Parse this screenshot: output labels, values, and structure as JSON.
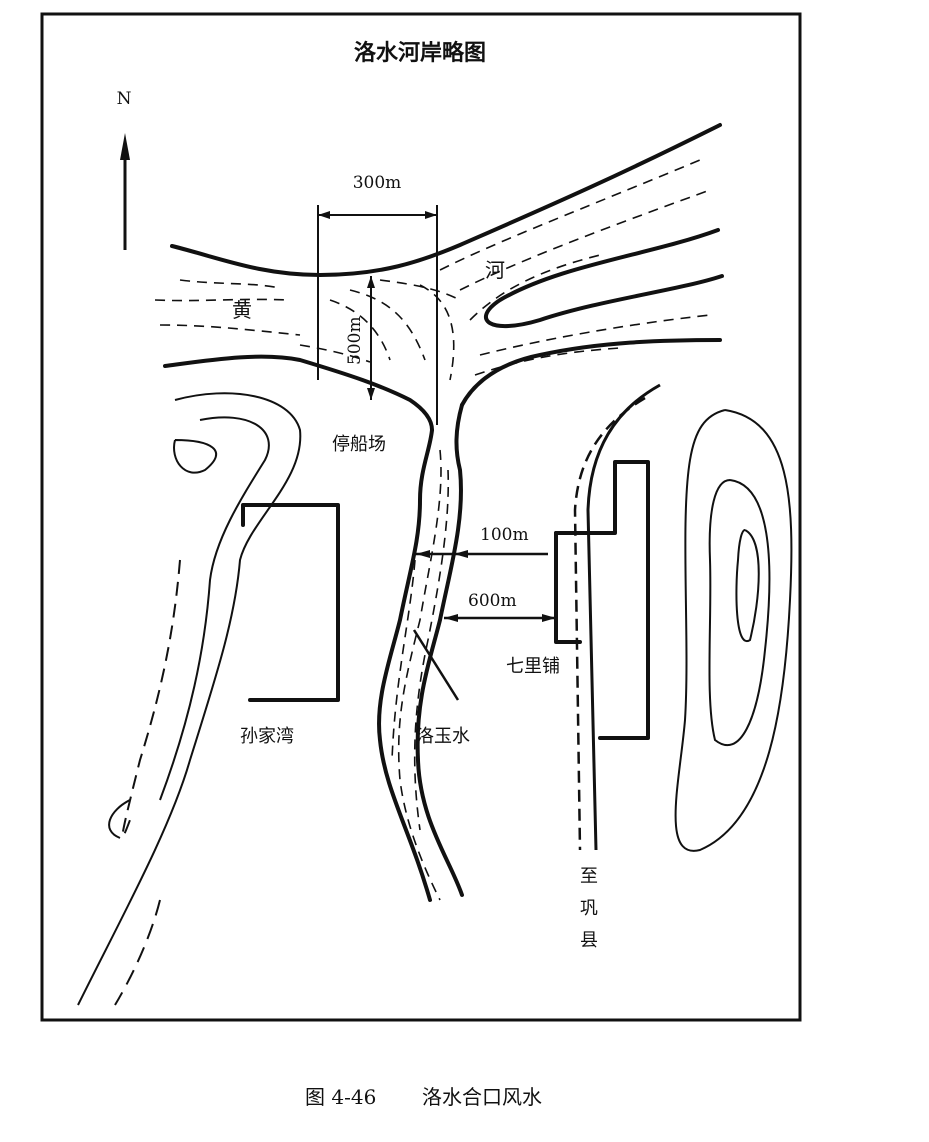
{
  "map": {
    "title": "洛水河岸略图",
    "north_label": "N",
    "labels": {
      "width_300": "300m",
      "width_500": "500m",
      "huang": "黄",
      "he": "河",
      "dock": "停船场",
      "dist_100": "100m",
      "dist_600": "600m",
      "qilipu": "七里铺",
      "sunjiawan": "孙家湾",
      "luoyushui": "洛玉水",
      "to_gongxian_1": "至",
      "to_gongxian_2": "巩",
      "to_gongxian_3": "县"
    }
  },
  "caption": {
    "figure_no": "图 4-46",
    "text": "洛水合口风水"
  }
}
